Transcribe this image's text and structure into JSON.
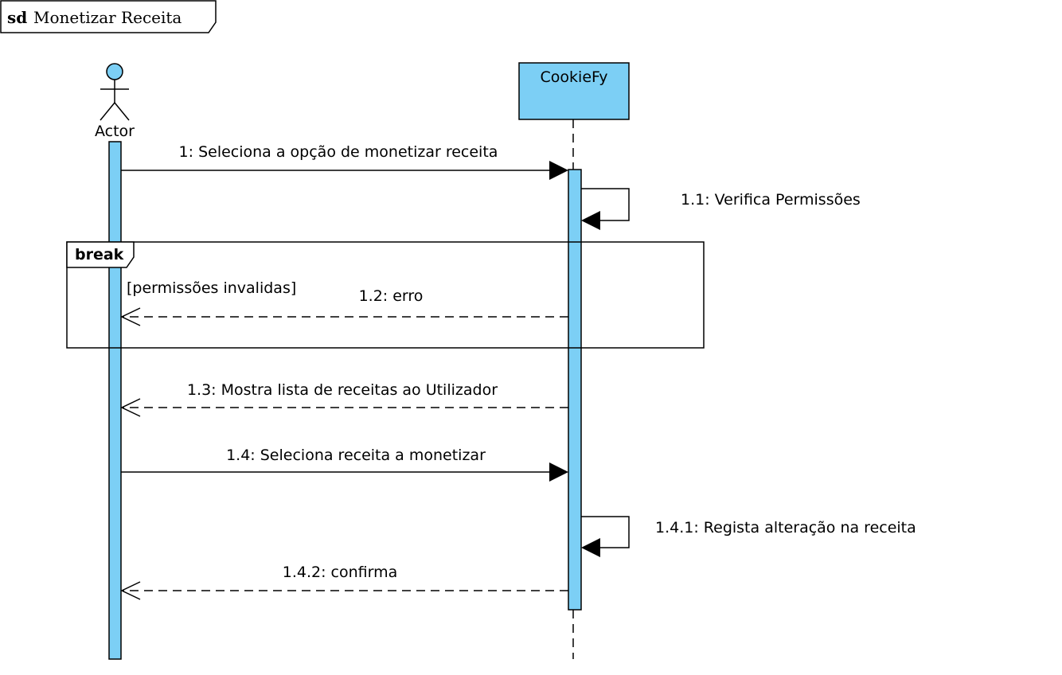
{
  "frame": {
    "keyword": "sd",
    "title": "Monetizar Receita"
  },
  "colors": {
    "fill": "#7ccff5",
    "stroke": "#000000",
    "background": "#ffffff"
  },
  "lifelines": {
    "actor": {
      "name": "Actor",
      "kind": "actor"
    },
    "system": {
      "name": "CookieFy",
      "kind": "object"
    }
  },
  "fragment": {
    "operator": "break",
    "guard": "[permissões invalidas]"
  },
  "messages": [
    {
      "id": "m1",
      "label": "1: Seleciona a opção de monetizar receita",
      "type": "synchronous"
    },
    {
      "id": "m1_1",
      "label": "1.1: Verifica Permissões",
      "type": "self"
    },
    {
      "id": "m1_2",
      "label": "1.2: erro",
      "type": "reply"
    },
    {
      "id": "m1_3",
      "label": "1.3: Mostra lista de receitas ao Utilizador",
      "type": "reply"
    },
    {
      "id": "m1_4",
      "label": "1.4: Seleciona receita a monetizar",
      "type": "synchronous"
    },
    {
      "id": "m1_4_1",
      "label": "1.4.1: Regista alteração na receita",
      "type": "self"
    },
    {
      "id": "m1_4_2",
      "label": "1.4.2: confirma",
      "type": "reply"
    }
  ]
}
